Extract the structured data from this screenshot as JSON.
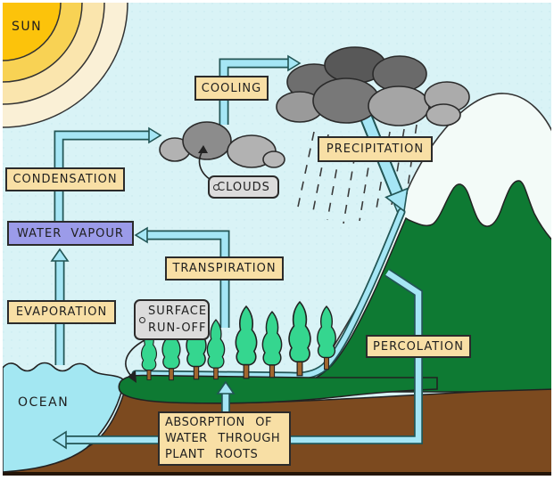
{
  "diagram": {
    "type": "water-cycle-diagram",
    "labels": {
      "sun": "SUN",
      "cooling": "COOLING",
      "condensation": "CONDENSATION",
      "water_vapour": "WATER VAPOUR",
      "evaporation": "EVAPORATION",
      "transpiration": "TRANSPIRATION",
      "precipitation": "PRECIPITATION",
      "percolation": "PERCOLATION",
      "clouds": "CLOUDS",
      "surface_runoff": {
        "line1": "SURFACE",
        "line2": "RUN-OFF"
      },
      "absorption": {
        "line1": "ABSORPTION OF",
        "line2": "WATER THROUGH",
        "line3": "PLANT ROOTS"
      },
      "ocean": "OCEAN"
    },
    "colors": {
      "sky": "#D9F3F6",
      "sun_core": "#FCC30B",
      "sun_ring2": "#F8D254",
      "sun_ring3": "#FAE5AD",
      "sun_ring4": "#FAF0D6",
      "label_tan": "#F8DFA5",
      "label_purple": "#9B9BE9",
      "label_gray": "#DCDCDC",
      "arrow_cyan": "#A5E6F5",
      "ocean_blue": "#A3E7F2",
      "tree_green": "#35D68F",
      "ground_green": "#0E7A33",
      "soil_brown": "#7C4A1F",
      "mountain_white": "#F3FBF8",
      "cloud_dark": "#5E5E5E",
      "cloud_mid": "#8C8C8C",
      "cloud_light": "#ABABAB",
      "outline": "#2b2b2b"
    }
  }
}
